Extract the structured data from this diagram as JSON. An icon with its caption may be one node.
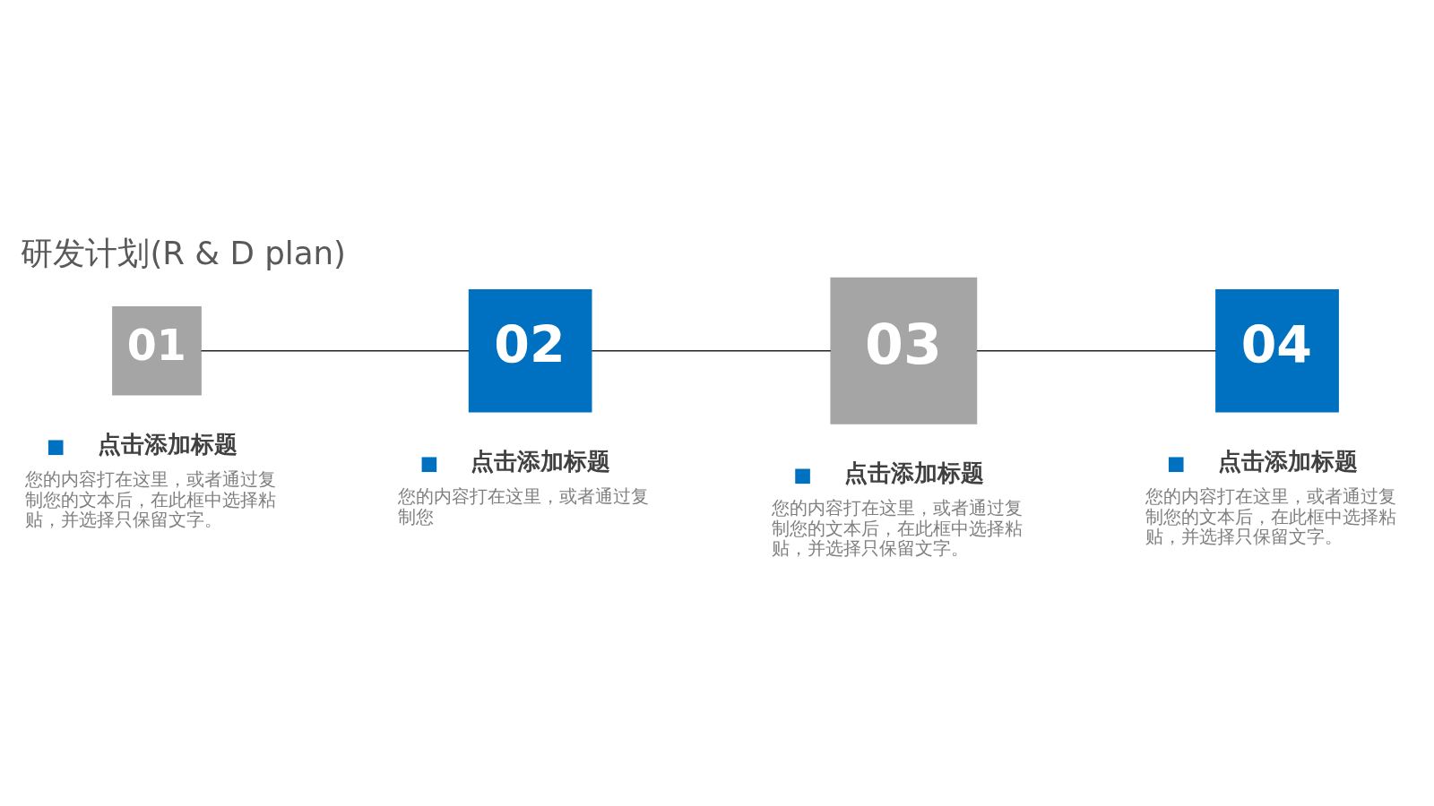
{
  "diagram": {
    "title": "研发计划(R & D plan)",
    "nodes": [
      {
        "text": [
          "01"
        ],
        "beside": [
          "点击添加标题",
          "您的内容打在这里，或者通过复制您的文本后，在此框中选择粘贴，并选择只保留文字。"
        ]
      },
      {
        "text": [
          "02"
        ],
        "beside": [
          "点击添加标题",
          "您的内容打在这里，或者通过复制您"
        ]
      },
      {
        "text": [
          "03"
        ],
        "beside": [
          "点击添加标题",
          "您的内容打在这里，或者通过复制您的文本后，在此框中选择粘贴，并选择只保留文字。"
        ]
      },
      {
        "text": [
          "04"
        ],
        "beside": [
          "点击添加标题",
          "您的内容打在这里，或者通过复制您的文本后，在此框中选择粘贴，并选择只保留文字。"
        ]
      }
    ],
    "edges": [
      {
        "from": 0,
        "to": 1,
        "arrow": "none"
      },
      {
        "from": 1,
        "to": 2,
        "arrow": "none"
      },
      {
        "from": 2,
        "to": 3,
        "arrow": "none"
      }
    ]
  }
}
